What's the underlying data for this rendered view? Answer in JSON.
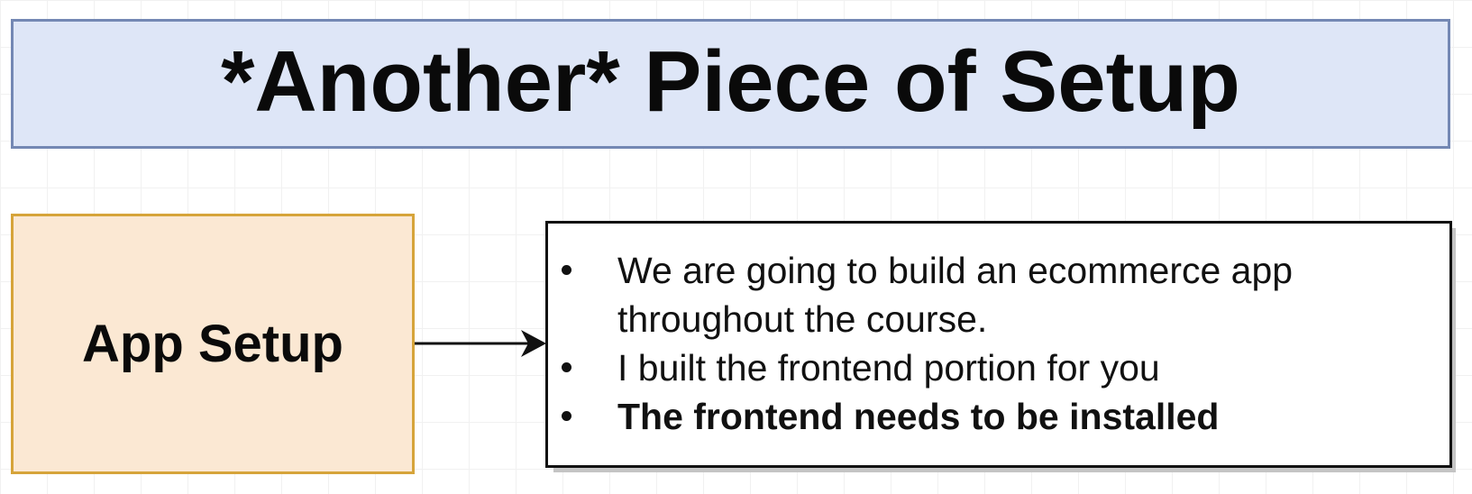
{
  "title": "*Another* Piece of Setup",
  "app_box": {
    "label": "App Setup"
  },
  "info_box": {
    "bullets": [
      {
        "text": "We are going to build an ecommerce app throughout the course.",
        "bold": false
      },
      {
        "text": "I built the frontend portion for you",
        "bold": false
      },
      {
        "text": "The frontend needs to be installed",
        "bold": true
      }
    ]
  },
  "colors": {
    "title_fill": "#dee6f7",
    "title_border": "#7488b4",
    "app_fill": "#fbe8d3",
    "app_border": "#d6a43a",
    "info_border": "#111111"
  }
}
